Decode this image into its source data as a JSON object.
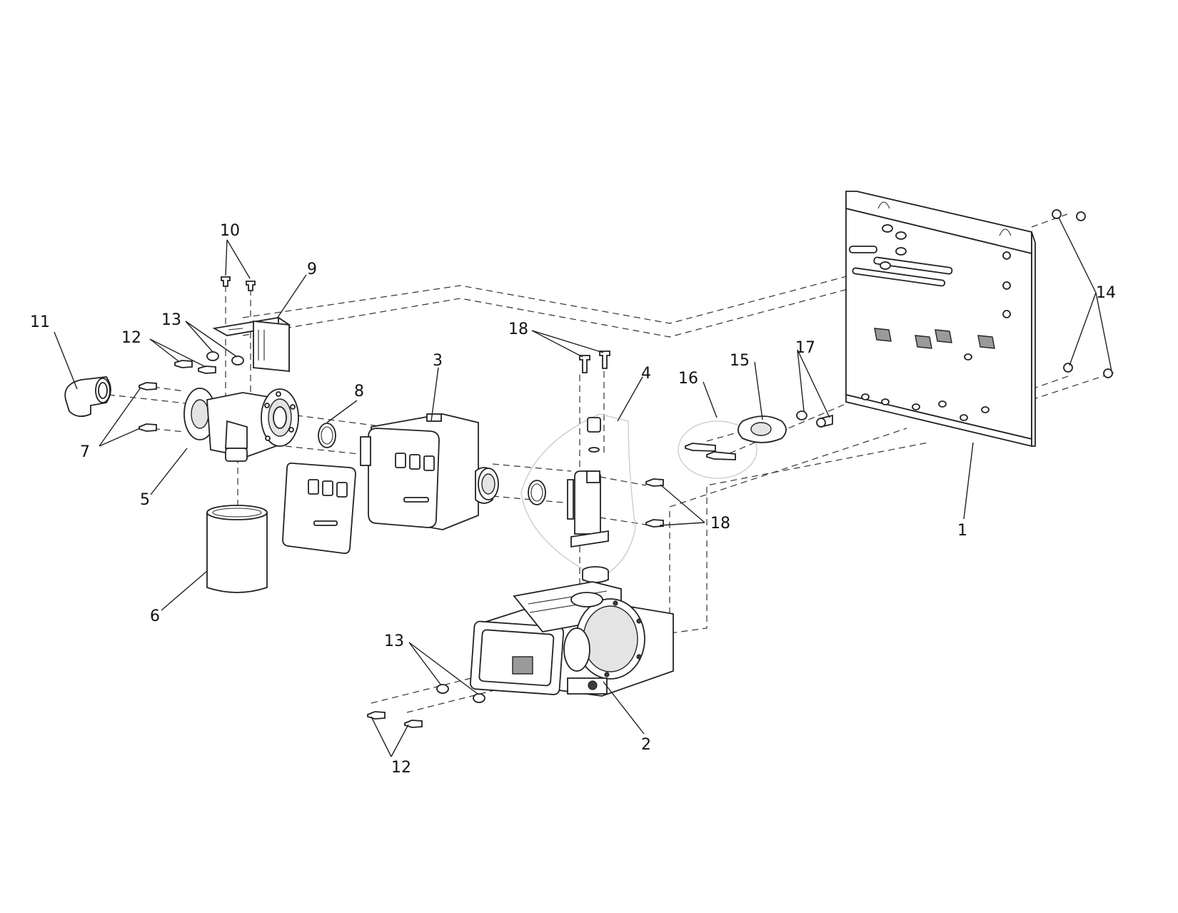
{
  "callouts": {
    "c1": "1",
    "c2": "2",
    "c3": "3",
    "c4": "4",
    "c5": "5",
    "c6": "6",
    "c7": "7",
    "c8": "8",
    "c9": "9",
    "c10": "10",
    "c11": "11",
    "c12a": "12",
    "c12b": "12",
    "c13a": "13",
    "c13b": "13",
    "c14": "14",
    "c15": "15",
    "c16": "16",
    "c17": "17",
    "c18a": "18",
    "c18b": "18"
  }
}
